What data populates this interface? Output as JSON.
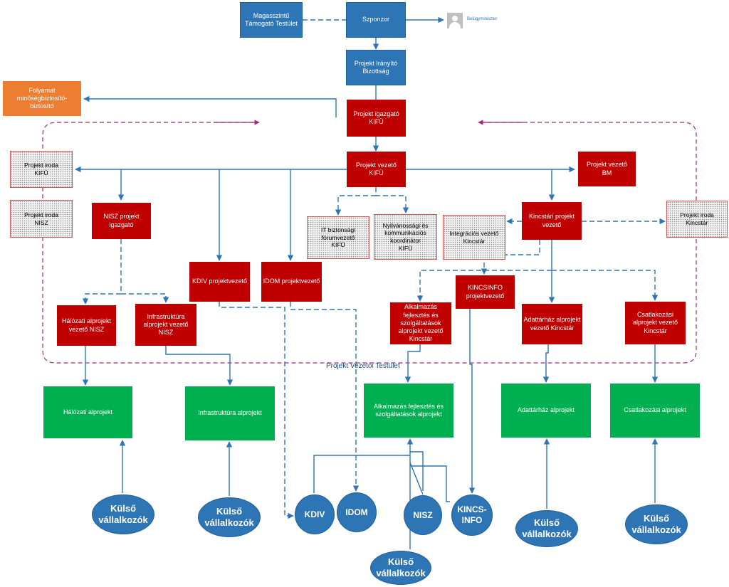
{
  "top": {
    "magas": "Magasszintű\nTámogató Testület",
    "szponzor": "Szponzor",
    "person_label": "Belügyminiszter",
    "pib": "Projekt Irányító\nBizottság",
    "folyamat": "Folyamat\nminőségbiztosító-\nbiztosító",
    "igazgato": "Projekt igazgató\nKIFÜ",
    "vezeto": "Projekt vezető\nKIFÜ",
    "vezeto_bm": "Projekt vezető\nBM"
  },
  "offices": {
    "iroda_kifu": "Projekt iroda\nKIFÜ",
    "iroda_nisz": "Projekt iroda\nNISZ",
    "iroda_kincstar": "Projekt iroda\nKincstár",
    "it_biz": "IT biztonsági\nfórumvezető\nKIFÜ",
    "nyilv": "Nyilvánossági és\nkommunikációs\nkoordinátor\nKIFÜ",
    "integr": "Integrációs vezető\nKincstár"
  },
  "managers": {
    "nisz_ig": "NISZ projekt\nigazgató",
    "kincstari": "Kincstári projekt\nvezető",
    "kdiv": "KDIV projektvezető",
    "idom": "IDOM projektvezető",
    "kincsinfo": "KINCSINFO\nprojektvezető",
    "halozati": "Hálózati alprojekt\nvezető NISZ",
    "infra": "Infrastruktúra\nalprojekt vezető\nNISZ",
    "alkalm": "Alkalmazás\nfejlesztés és\nszolgáltatások\nalprojekt vezető\nKincstár",
    "adattarhaz": "Adattárház alprojekt\nvezető Kincstár",
    "csatl": "Csatlakozási\nalprojekt vezető\nKincstár"
  },
  "team_label": "Projekt  Vezetői Testület",
  "subprojects": {
    "halozati": "Hálózati alprojekt",
    "infra": "Infrastruktúra alprojekt",
    "alkalm": "Alkalmazás fejlesztés és\nszolgáltatások alprojekt",
    "adattarhaz": "Adattárház alprojekt",
    "csatl": "Csatlakozási alprojekt"
  },
  "vendors": {
    "ext1": "Külső\nvállalkozók",
    "ext2": "Külső\nvállalkozók",
    "ext3": "Külső\nvállalkozók",
    "ext4": "Külső\nvállalkozók",
    "ext5": "Külső\nvállalkozók",
    "kdiv": "KDIV",
    "idom": "IDOM",
    "nisz": "NISZ",
    "kincsinfo": "KINCS-\nINFO"
  },
  "colors": {
    "blue": "#2e75b6",
    "red": "#c00000",
    "green": "#00b050",
    "orange": "#ed7d31",
    "purple": "#a0287d"
  }
}
